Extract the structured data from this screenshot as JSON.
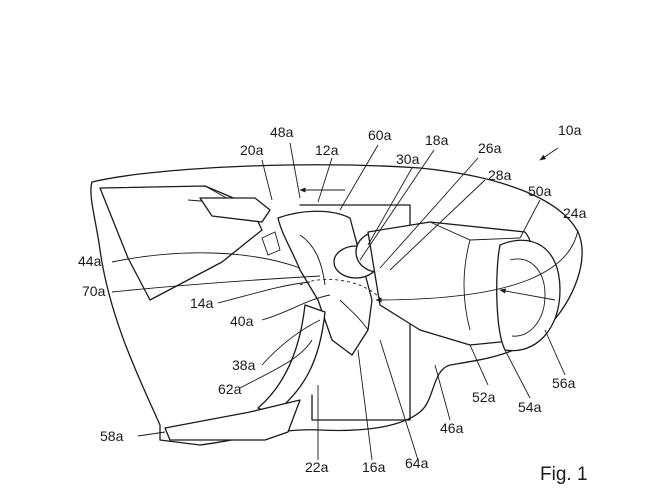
{
  "figure": {
    "caption": "Fig. 1",
    "labels": {
      "l10a": "10a",
      "l12a": "12a",
      "l14a": "14a",
      "l16a": "16a",
      "l18a": "18a",
      "l20a": "20a",
      "l22a": "22a",
      "l24a": "24a",
      "l26a": "26a",
      "l28a": "28a",
      "l30a": "30a",
      "l38a": "38a",
      "l40a": "40a",
      "l44a": "44a",
      "l46a": "46a",
      "l48a": "48a",
      "l50a": "50a",
      "l52a": "52a",
      "l54a": "54a",
      "l56a": "56a",
      "l58a": "58a",
      "l60a": "60a",
      "l62a": "62a",
      "l64a": "64a",
      "l70a": "70a"
    }
  }
}
